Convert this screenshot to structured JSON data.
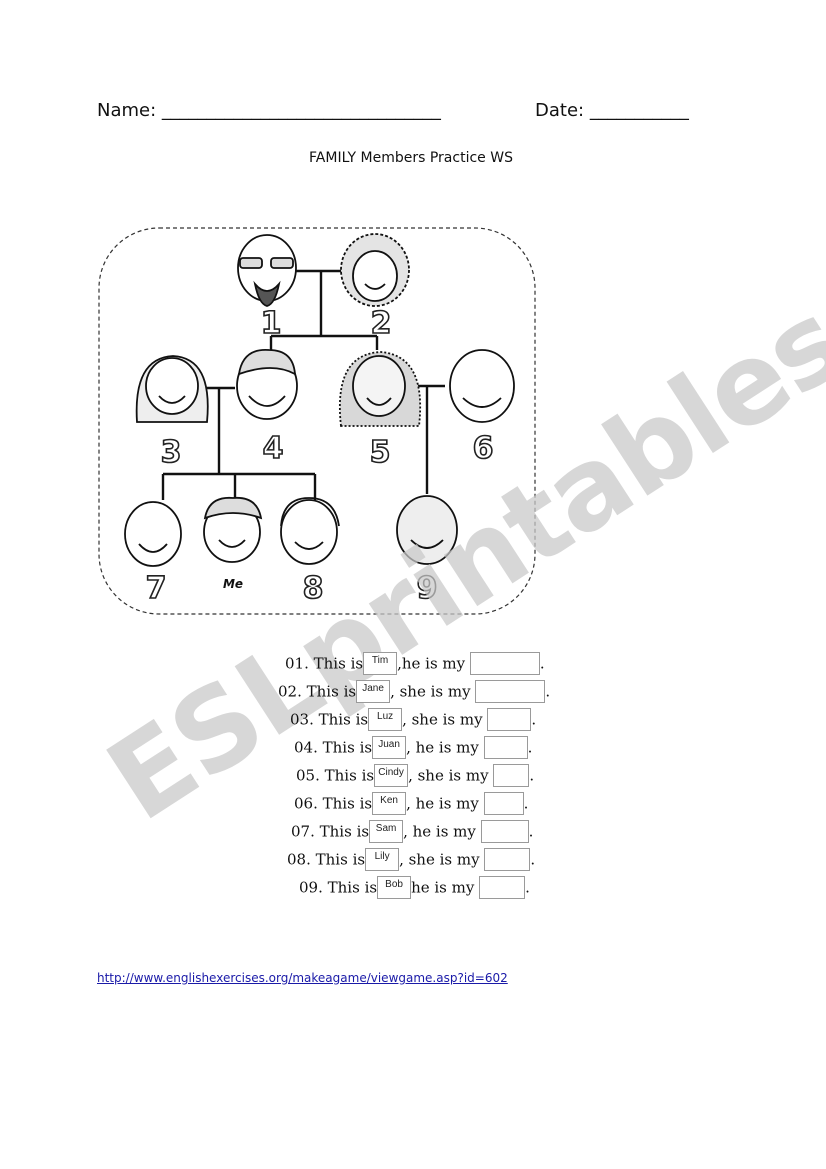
{
  "header": {
    "name_label": "Name: ",
    "name_blank": "_______________________________",
    "date_label": "Date: ",
    "date_blank": "___________"
  },
  "title": "FAMILY Members Practice WS",
  "watermark": "ESLprintables.com",
  "tree": {
    "numbers": [
      "1",
      "2",
      "3",
      "4",
      "5",
      "6",
      "7",
      "8",
      "9"
    ],
    "me_label": "Me"
  },
  "questions": [
    {
      "num": "01.",
      "pre": "This is",
      "name": "Tim",
      "mid": ",he is my",
      "end": "."
    },
    {
      "num": "02.",
      "pre": "This is",
      "name": "Jane",
      "mid": ", she is my",
      "end": "."
    },
    {
      "num": "03.",
      "pre": "This is",
      "name": "Luz",
      "mid": ", she is my",
      "end": "."
    },
    {
      "num": "04.",
      "pre": "This is",
      "name": "Juan",
      "mid": ", he is my",
      "end": "."
    },
    {
      "num": "05.",
      "pre": "This is",
      "name": "Cindy",
      "mid": ", she is my",
      "end": "."
    },
    {
      "num": "06.",
      "pre": "This is",
      "name": "Ken",
      "mid": ", he is my",
      "end": "."
    },
    {
      "num": "07.",
      "pre": "This is",
      "name": "Sam",
      "mid": ", he is my",
      "end": "."
    },
    {
      "num": "08.",
      "pre": "This is",
      "name": "Lily",
      "mid": ", she is my",
      "end": "."
    },
    {
      "num": "09.",
      "pre": "This is",
      "name": "Bob",
      "mid": "he is my",
      "end": "."
    }
  ],
  "link": "http://www.englishexercises.org/makeagame/viewgame.asp?id=602"
}
